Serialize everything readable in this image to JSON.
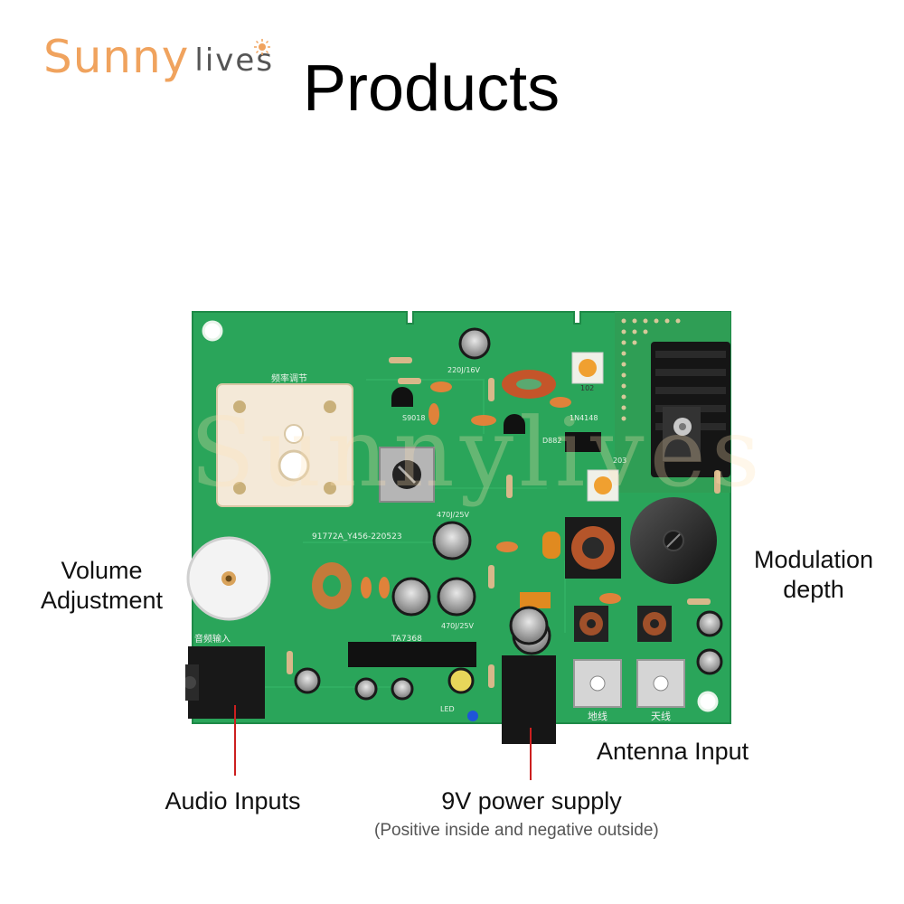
{
  "brand": {
    "name_part1": "Sunny",
    "name_part2": "lives"
  },
  "page": {
    "title": "Products"
  },
  "labels": {
    "volume_line1": "Volume",
    "volume_line2": "Adjustment",
    "modulation_line1": "Modulation",
    "modulation_line2": "depth",
    "antenna": "Antenna Input",
    "audio": "Audio Inputs",
    "power": "9V power supply",
    "power_note": "(Positive inside and negative outside)"
  },
  "board": {
    "volume_cn": "频率调节",
    "model_code": "91772A_Y456-220523",
    "chip": "TA7368",
    "audio_cn": "音频输入",
    "ground_cn": "地线",
    "antenna_cn": "天线",
    "cap1": "470J/25V",
    "cap2": "220J/16V",
    "cap3": "470J/25V",
    "res1": "102",
    "res2": "203",
    "diode": "1N4148",
    "transistor1": "S9018",
    "transistor2": "D882",
    "led": "LED"
  },
  "watermark": "Sunnylives",
  "colors": {
    "pcb": "#2aa55a",
    "pcb_dark": "#1e8a48",
    "accent": "#f0a35e",
    "pointer": "#cc1f1f"
  }
}
